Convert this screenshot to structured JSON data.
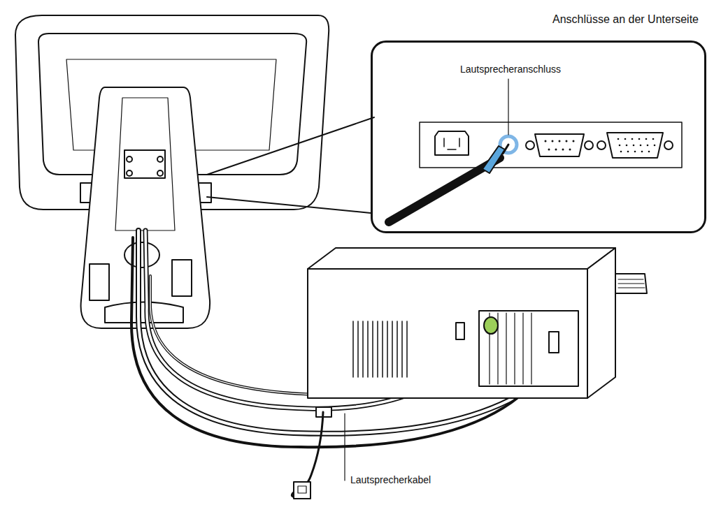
{
  "diagram": {
    "nodes": [
      {
        "text": [
          "Anschlüsse an der Unterseite",
          "Lautsprecheranschluss"
        ]
      }
    ],
    "labels": [
      "Lautsprecherkabel"
    ]
  }
}
